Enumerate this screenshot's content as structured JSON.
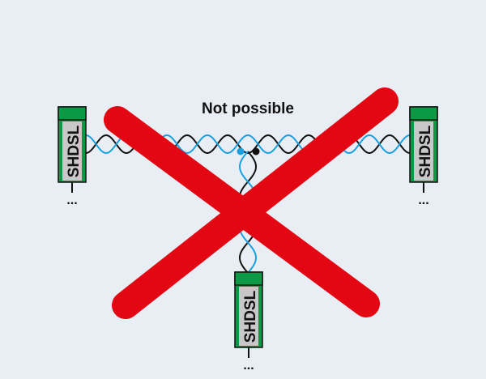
{
  "title": "Not possible",
  "modules": [
    {
      "label": "SHDSL",
      "continuation": "..."
    },
    {
      "label": "SHDSL",
      "continuation": "..."
    },
    {
      "label": "SHDSL",
      "continuation": "..."
    }
  ],
  "colors": {
    "background": "#e9eef5",
    "module_green": "#0a9a45",
    "module_label_bg": "#c8c8c8",
    "wire_blue": "#1aa0e0",
    "wire_black": "#111111",
    "cross_red": "#e30613"
  }
}
